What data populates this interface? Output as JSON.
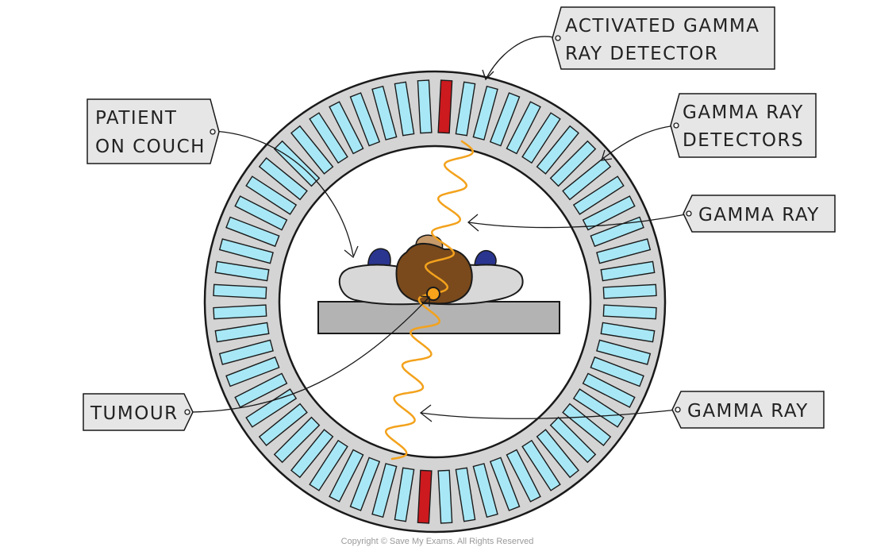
{
  "labels": {
    "activated_detector": [
      "ACTIVATED GAMMA",
      "RAY DETECTOR"
    ],
    "patient": [
      "PATIENT",
      "ON COUCH"
    ],
    "detectors": [
      "GAMMA RAY",
      "DETECTORS"
    ],
    "gamma_ray_top": "GAMMA RAY",
    "tumour": "TUMOUR",
    "gamma_ray_bottom": "GAMMA RAY"
  },
  "footer": {
    "copyright": "Copyright © Save My Exams. All Rights Reserved"
  },
  "colors": {
    "ring": "#d4d4d4",
    "detector": "#a8e8f6",
    "activated_detector": "#cc1a1f",
    "gamma_ray": "#f3a21c",
    "tumour": "#f7a21b",
    "couch": "#b3b3b3",
    "patient_body": "#d8d8d8",
    "head": "#7a4a1c",
    "feet": "#2a3590"
  }
}
